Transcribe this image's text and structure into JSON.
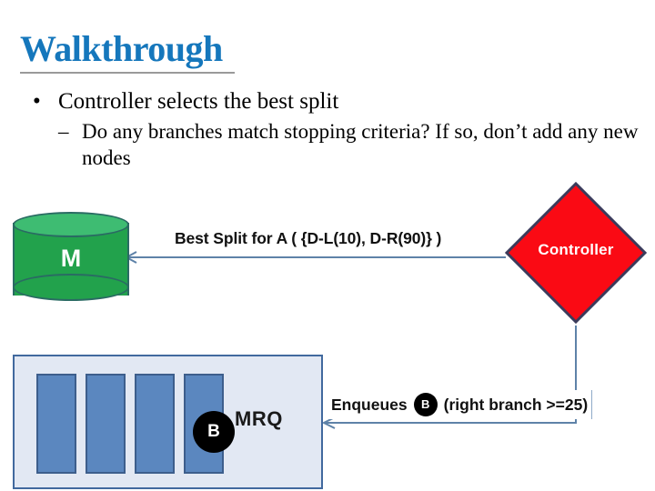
{
  "slide": {
    "title": "Walkthrough",
    "title_color": "#1577BC",
    "rule_color": "#9A9A9A"
  },
  "bullets": [
    {
      "level": 1,
      "marker": "•",
      "text": "Controller selects the best split"
    },
    {
      "level": 2,
      "marker": "–",
      "text": "Do any branches match stopping criteria? If so, don’t add any new nodes"
    }
  ],
  "diagram": {
    "memory": {
      "label": "M",
      "shape": "cylinder",
      "body_color": "#22A24C",
      "top_color": "#3EBC72",
      "border_color": "#2A6B63",
      "text_color": "#FFFFFF"
    },
    "controller": {
      "label": "Controller",
      "shape": "diamond",
      "fill_color": "#FA0A14",
      "border_color": "#3B3B5B",
      "text_color": "#FFFFFF"
    },
    "mrq": {
      "label": "MRQ",
      "box_fill": "#E2E8F3",
      "box_border": "#41699E",
      "slot_fill": "#5B87BF",
      "slot_border": "#3D5E8C",
      "slot_count": 4,
      "token": {
        "label": "B",
        "fill_color": "#000000",
        "text_color": "#FFFFFF"
      }
    },
    "edges": [
      {
        "id": "controller-to-memory",
        "label": "Best Split for A ( {D-L(10), D-R(90)} )",
        "from": "controller",
        "to": "memory",
        "line_color": "#5E82A8"
      },
      {
        "id": "controller-to-mrq",
        "label_prefix": "Enqueues",
        "label_token": "B",
        "label_suffix": "(right branch >=25)",
        "from": "controller",
        "to": "mrq",
        "line_color": "#5E82A8"
      }
    ]
  }
}
